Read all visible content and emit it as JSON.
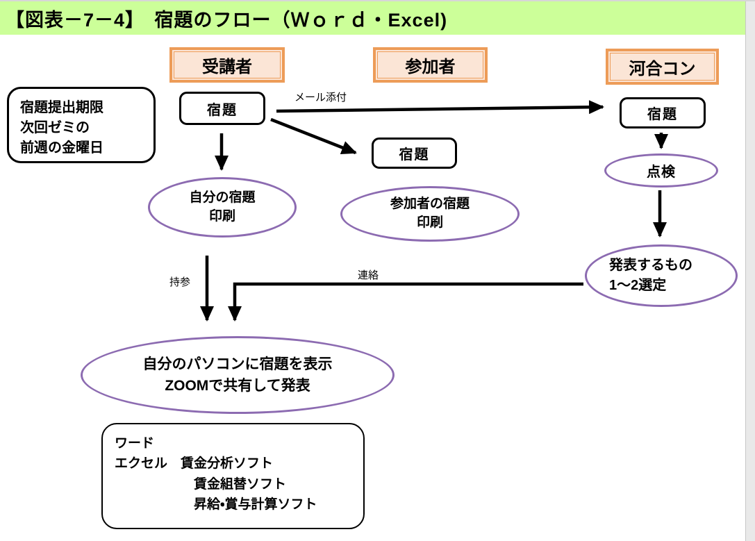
{
  "page": {
    "title": "【図表－7－4】　宿題のフロー（Ｗｏｒｄ・Excel)"
  },
  "lanes": {
    "left_header": "受講者",
    "middle_header": "参加者",
    "right_header": "河合コン"
  },
  "nodes": {
    "deadline_note": {
      "lines": [
        "宿題提出期限",
        "次回ゼミの",
        "前週の金曜日"
      ]
    },
    "homework_left": "宿題",
    "homework_middle": "宿題",
    "homework_right": "宿題",
    "print_own": {
      "lines": [
        "自分の宿題",
        "印刷"
      ]
    },
    "print_participants": {
      "lines": [
        "参加者の宿題",
        "印刷"
      ]
    },
    "inspect": "点検",
    "select_items": {
      "lines": [
        "発表するもの",
        "1～2選定"
      ]
    },
    "present": {
      "lines": [
        "自分のパソコンに宿題を表示",
        "ZOOMで共有して発表"
      ]
    },
    "software_note": {
      "lines": [
        "ワード",
        "エクセル　賃金分析ソフト",
        "　　　　　　賃金組替ソフト",
        "　　　　　　昇給・賞与計算ソフト"
      ]
    }
  },
  "edge_labels": {
    "mail_attach": "メール添付",
    "bring": "持参",
    "contact": "連絡"
  },
  "colors": {
    "title_bg": "#CCFF99",
    "header_border": "#ED9C58",
    "header_fill": "#FBE5D6",
    "ellipse_border": "#8C6BB1",
    "arrow": "#000000"
  }
}
